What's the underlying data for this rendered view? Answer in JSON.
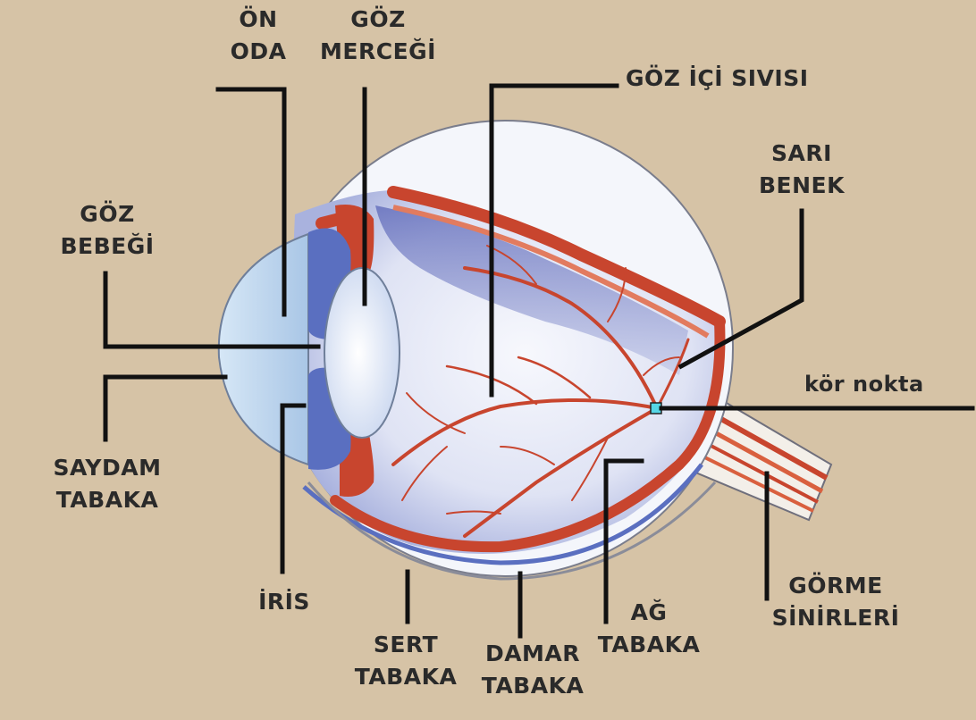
{
  "labels": {
    "on_oda": [
      "ÖN",
      "ODA"
    ],
    "goz_mercegi": [
      "GÖZ",
      "MERCEĞİ"
    ],
    "goz_ici_sivisi": [
      "GÖZ İÇİ SIVISI"
    ],
    "sari_benek": [
      "SARI",
      "BENEK"
    ],
    "goz_bebegi": [
      "GÖZ",
      "BEBEĞİ"
    ],
    "kor_nokta": [
      "kör nokta"
    ],
    "saydam_tabaka": [
      "SAYDAM",
      "TABAKA"
    ],
    "iris": [
      "İRİS"
    ],
    "sert_tabaka": [
      "SERT",
      "TABAKA"
    ],
    "damar_tabaka": [
      "DAMAR",
      "TABAKA"
    ],
    "ag_tabaka": [
      "AĞ",
      "TABAKA"
    ],
    "gorme_sinirleri": [
      "GÖRME",
      "SİNİRLERİ"
    ]
  },
  "colors": {
    "background": "#d6c3a6",
    "sclera": "#f4f6fb",
    "vessel_red": "#c8452e",
    "choroid_red": "#d9603f",
    "retina_blue": "#7d86c9",
    "cornea_blue": "#b9d4ec",
    "iris_blue": "#5a6fc0",
    "leader_line": "#111111",
    "blind_spot": "#55d6e6"
  }
}
